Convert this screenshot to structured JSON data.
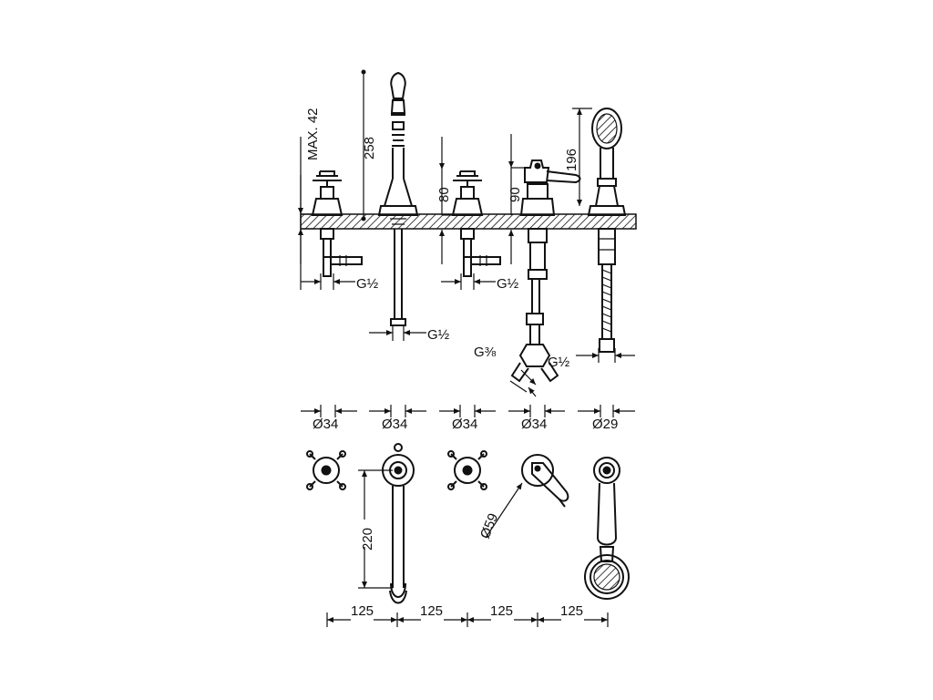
{
  "top_view_labels": {
    "max_42": "MAX. 42",
    "h_258": "258",
    "h_80": "80",
    "h_90": "90",
    "h_196": "196",
    "g_half_1": "G½",
    "g_half_2": "G½",
    "g_half_3": "G½",
    "g_half_4": "G½",
    "g_3_8": "G⅜"
  },
  "diameter_labels": {
    "d1": "Ø34",
    "d2": "Ø34",
    "d3": "Ø34",
    "d4": "Ø34",
    "d5": "Ø29"
  },
  "plan_view_labels": {
    "d_59": "Ø59",
    "h_220": "220",
    "s1": "125",
    "s2": "125",
    "s3": "125",
    "s4": "125"
  }
}
